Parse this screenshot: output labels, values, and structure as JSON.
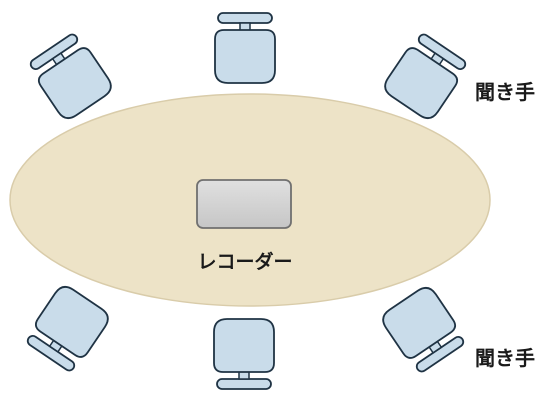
{
  "labels": {
    "recorder": "レコーダー",
    "listener_top": "聞き手",
    "listener_bottom": "聞き手"
  },
  "colors": {
    "table_fill": "#ede3c7",
    "table_stroke": "#d9ccaa",
    "chair_fill": "#c9dcea",
    "chair_stroke": "#1f3344",
    "recorder_fill": "#d4d4d4",
    "recorder_stroke": "#707070"
  },
  "icons": {
    "chair": "office-chair-icon",
    "recorder": "voice-recorder-icon"
  }
}
